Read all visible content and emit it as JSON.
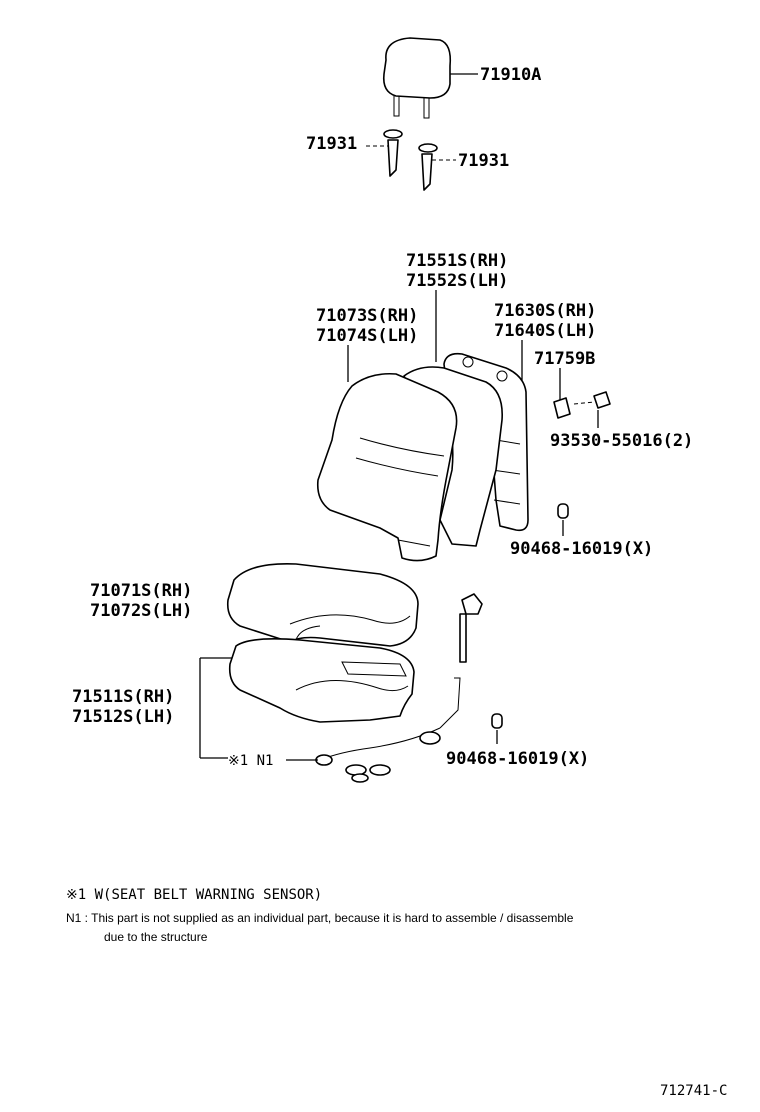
{
  "labels": {
    "headrest": "71910A",
    "support_left": "71931",
    "support_right": "71931",
    "back_cover_rh": "71551S(RH)",
    "back_cover_lh": "71552S(LH)",
    "back_pad_rh": "71073S(RH)",
    "back_pad_lh": "71074S(LH)",
    "frame_rh": "71630S(RH)",
    "frame_lh": "71640S(LH)",
    "part_71759": "71759B",
    "screw": "93530-55016(2)",
    "clip_upper": "90468-16019(X)",
    "cushion_cover_rh": "71071S(RH)",
    "cushion_cover_lh": "71072S(LH)",
    "cushion_pad_rh": "71511S(RH)",
    "cushion_pad_lh": "71512S(LH)",
    "sensor_ref": "※1 N1",
    "clip_lower": "90468-16019(X)"
  },
  "notes": {
    "note1": "※1  W(SEAT BELT WARNING SENSOR)",
    "n1_line1": "N1 :  This part is not supplied as an individual part, because it is hard to assemble / disassemble",
    "n1_line2": "due to the structure"
  },
  "diagram_code": "712741-C"
}
